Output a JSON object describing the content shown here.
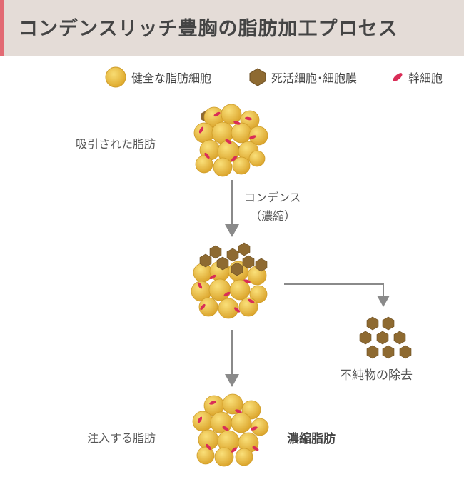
{
  "title": "コンデンスリッチ豊胸の脂肪加工プロセス",
  "colors": {
    "title_bg": "#e4dcd7",
    "accent": "#e26a73",
    "fat_cell": "#f2c84a",
    "fat_cell_edge": "#d7a52c",
    "dead_cell": "#8e6a31",
    "stem_cell": "#d92d57",
    "arrow": "#8a8a8a"
  },
  "legend": [
    {
      "icon": "fat-cell-icon",
      "label": "健全な脂肪細胞"
    },
    {
      "icon": "dead-cell-icon",
      "label": "死活細胞･細胞膜"
    },
    {
      "icon": "stem-cell-icon",
      "label": "幹細胞"
    }
  ],
  "stages": {
    "aspirated": "吸引された脂肪",
    "step_label_line1": "コンデンス",
    "step_label_line2": "（濃縮）",
    "impurities": "不純物の除去",
    "injected": "注入する脂肪",
    "concentrated": "濃縮脂肪"
  }
}
